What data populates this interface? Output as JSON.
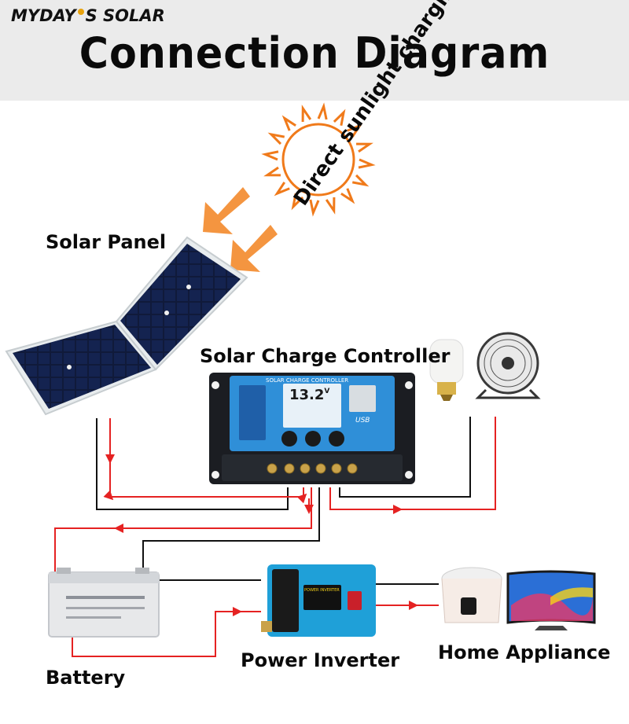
{
  "header": {
    "brand": "MYDAYS SOLAR",
    "brand_part1": "MYDAY",
    "brand_part2": "S SOLAR",
    "title": "Connection Diagram"
  },
  "labels": {
    "sunlight": "Direct sunlight charging",
    "solar_panel": "Solar Panel",
    "controller": "Solar Charge Controller",
    "inverter": "Power Inverter",
    "appliance": "Home Appliance",
    "battery": "Battery"
  },
  "controller": {
    "brand_text": "SOLAR CHARGE CONTROLLER",
    "voltage": "13.2",
    "unit": "V",
    "usb": "USB"
  },
  "inverter": {
    "brand_text": "POWER INVERTER"
  },
  "colors": {
    "header_bg": "#ebebeb",
    "sun": "#f07a1a",
    "arrow": "#f07a1a",
    "wire_red": "#e52222",
    "wire_black": "#111111",
    "controller_blue": "#2f8fd8",
    "inverter_blue": "#1fa0d8"
  },
  "icons": [
    "sun-icon",
    "sunlight-arrow-icon",
    "solar-panel-icon",
    "bulb-icon",
    "fan-icon",
    "battery-icon",
    "inverter-icon",
    "rice-cooker-icon",
    "tv-icon"
  ]
}
